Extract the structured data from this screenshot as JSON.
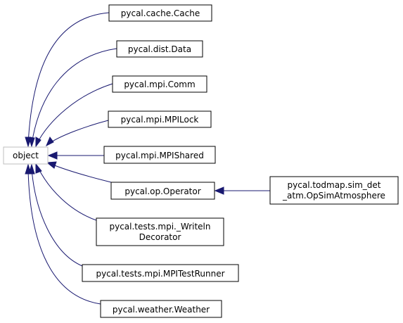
{
  "diagram": {
    "nodes": {
      "object": [
        "object"
      ],
      "cache": [
        "pycal.cache.Cache"
      ],
      "data": [
        "pycal.dist.Data"
      ],
      "comm": [
        "pycal.mpi.Comm"
      ],
      "lock": [
        "pycal.mpi.MPILock"
      ],
      "shared": [
        "pycal.mpi.MPIShared"
      ],
      "operator": [
        "pycal.op.Operator"
      ],
      "writeln": [
        "pycal.tests.mpi._Writeln",
        "Decorator"
      ],
      "runner": [
        "pycal.tests.mpi.MPITestRunner"
      ],
      "weather": [
        "pycal.weather.Weather"
      ],
      "atmos": [
        "pycal.todmap.sim_det",
        "_atm.OpSimAtmosphere"
      ]
    },
    "edge_color": "#191970",
    "root_border_color": "#bfbfbf"
  }
}
